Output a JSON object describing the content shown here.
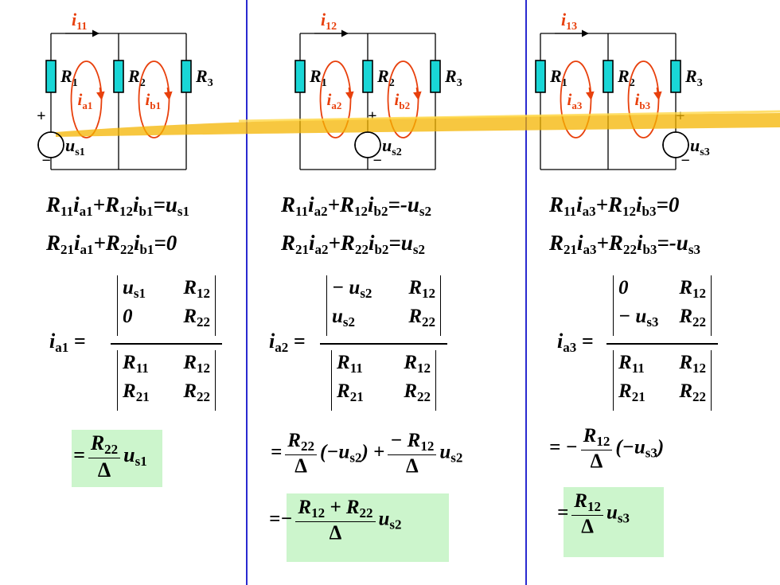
{
  "colors": {
    "accent_red": "#e8400c",
    "resistor_fill": "#19d6d6",
    "divider_blue": "#2a2ad0",
    "highlight_green": "#ccf5cc",
    "highlighter": "#f4b400"
  },
  "panels": [
    {
      "loop_current": {
        "main": "i",
        "sub": "11"
      },
      "mesh_a": {
        "main": "i",
        "sub": "a1"
      },
      "mesh_b": {
        "main": "i",
        "sub": "b1"
      },
      "resistors": [
        "R1",
        "R2",
        "R3"
      ],
      "source": {
        "main": "u",
        "sub": "s1"
      },
      "plus": "+",
      "minus": "−",
      "eq1": {
        "a": "R",
        "a_sub": "11",
        "b": "i",
        "b_sub": "a1",
        "op": "+",
        "c": "R",
        "c_sub": "12",
        "d": "i",
        "d_sub": "b1",
        "rhs": "=u",
        "rhs_sub": "s1"
      },
      "eq2": {
        "a": "R",
        "a_sub": "21",
        "b": "i",
        "b_sub": "a1",
        "op": "+",
        "c": "R",
        "c_sub": "22",
        "d": "i",
        "d_sub": "b1",
        "rhs": "=0"
      },
      "det": {
        "lhs": "i",
        "lhs_sub": "a1",
        "num": [
          [
            "u",
            "s1",
            "R",
            "12"
          ],
          [
            "0",
            "",
            "R",
            "22"
          ]
        ],
        "den": [
          [
            "R",
            "11",
            "R",
            "12"
          ],
          [
            "R",
            "21",
            "R",
            "22"
          ]
        ]
      },
      "result": [
        "= R22/Δ u_s1"
      ]
    },
    {
      "loop_current": {
        "main": "i",
        "sub": "12"
      },
      "mesh_a": {
        "main": "i",
        "sub": "a2"
      },
      "mesh_b": {
        "main": "i",
        "sub": "b2"
      },
      "resistors": [
        "R1",
        "R2",
        "R3"
      ],
      "source": {
        "main": "u",
        "sub": "s2"
      },
      "plus": "+",
      "minus": "−",
      "eq1": {
        "a": "R",
        "a_sub": "11",
        "b": "i",
        "b_sub": "a2",
        "op": "+",
        "c": "R",
        "c_sub": "12",
        "d": "i",
        "d_sub": "b2",
        "rhs": "=-u",
        "rhs_sub": "s2"
      },
      "eq2": {
        "a": "R",
        "a_sub": "21",
        "b": "i",
        "b_sub": "a2",
        "op": "+",
        "c": "R",
        "c_sub": "22",
        "d": "i",
        "d_sub": "b2",
        "rhs": "=u",
        "rhs_sub": "s2"
      },
      "det": {
        "lhs": "i",
        "lhs_sub": "a2",
        "num": [
          [
            "− u",
            "s2",
            "R",
            "12"
          ],
          [
            "u",
            "s2",
            "R",
            "22"
          ]
        ],
        "den": [
          [
            "R",
            "11",
            "R",
            "12"
          ],
          [
            "R",
            "21",
            "R",
            "22"
          ]
        ]
      },
      "result": [
        "= R22/Δ (−u_s2) + −R12/Δ u_s2",
        "= − (R12 + R22)/Δ u_s2"
      ]
    },
    {
      "loop_current": {
        "main": "i",
        "sub": "13"
      },
      "mesh_a": {
        "main": "i",
        "sub": "a3"
      },
      "mesh_b": {
        "main": "i",
        "sub": "b3"
      },
      "resistors": [
        "R1",
        "R2",
        "R3"
      ],
      "source": {
        "main": "u",
        "sub": "s3"
      },
      "plus": "+",
      "minus": "−",
      "eq1": {
        "a": "R",
        "a_sub": "11",
        "b": "i",
        "b_sub": "a3",
        "op": "+",
        "c": "R",
        "c_sub": "12",
        "d": "i",
        "d_sub": "b3",
        "rhs": "=0"
      },
      "eq2": {
        "a": "R",
        "a_sub": "21",
        "b": "i",
        "b_sub": "a3",
        "op": "+",
        "c": "R",
        "c_sub": "22",
        "d": "i",
        "d_sub": "b3",
        "rhs": "=-u",
        "rhs_sub": "s3"
      },
      "det": {
        "lhs": "i",
        "lhs_sub": "a3",
        "num": [
          [
            "0",
            "",
            "R",
            "12"
          ],
          [
            "− u",
            "s3",
            "R",
            "22"
          ]
        ],
        "den": [
          [
            "R",
            "11",
            "R",
            "12"
          ],
          [
            "R",
            "21",
            "R",
            "22"
          ]
        ]
      },
      "result": [
        "= − R12/Δ (−u_s3)",
        "= R12/Δ u_s3"
      ]
    }
  ],
  "symbols": {
    "R": "R",
    "delta": "Δ",
    "eq": "=",
    "minus": "−",
    "plus": "+",
    "lp": "(",
    "rp": ")"
  }
}
